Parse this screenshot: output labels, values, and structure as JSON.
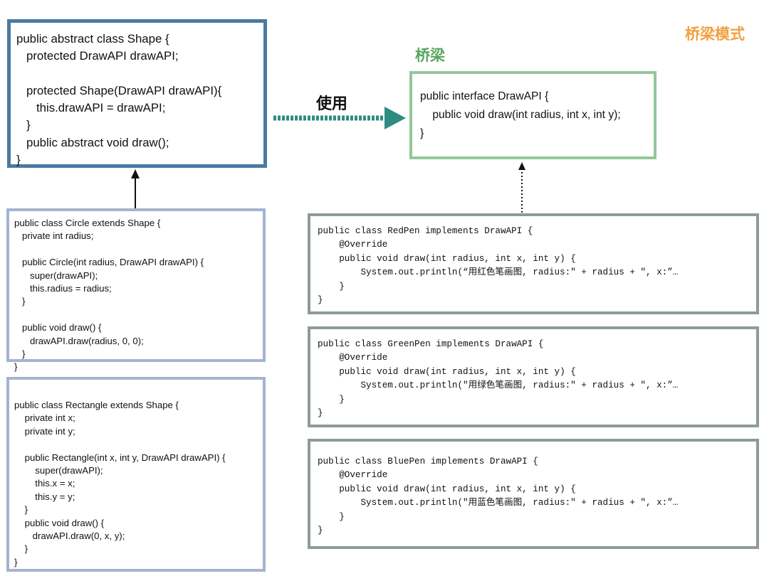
{
  "title": "桥梁模式",
  "bridge_label": "桥梁",
  "uses_label": "使用",
  "colors": {
    "title": "#f0a040",
    "bridge": "#5aa55f",
    "abstraction_border": "#4a7aa0",
    "bridge_border": "#93c79a",
    "refined_border": "#a4b4cf",
    "implementor_border": "#8f9a9a",
    "uses_arrow": "#2e8c80",
    "inherit_arrow": "#111111"
  },
  "shape_code": "public abstract class Shape {\n   protected DrawAPI drawAPI;\n\n   protected Shape(DrawAPI drawAPI){\n      this.drawAPI = drawAPI;\n   }\n   public abstract void draw();\n}",
  "drawapi_code": "public interface DrawAPI {\n    public void draw(int radius, int x, int y);\n}",
  "circle_code": "public class Circle extends Shape {\n   private int radius;\n\n   public Circle(int radius, DrawAPI drawAPI) {\n      super(drawAPI);\n      this.radius = radius;\n   }\n\n   public void draw() {\n      drawAPI.draw(radius, 0, 0);\n   }\n}",
  "rectangle_code": "public class Rectangle extends Shape {\n    private int x;\n    private int y;\n\n    public Rectangle(int x, int y, DrawAPI drawAPI) {\n        super(drawAPI);\n        this.x = x;\n        this.y = y;\n    }\n    public void draw() {\n       drawAPI.draw(0, x, y);\n    }\n}",
  "redpen_code": "public class RedPen implements DrawAPI {\n    @Override\n    public void draw(int radius, int x, int y) {\n        System.out.println(“用红色笔画图, radius:\" + radius + \", x:”…\n    }\n}",
  "greenpen_code": "public class GreenPen implements DrawAPI {\n    @Override\n    public void draw(int radius, int x, int y) {\n        System.out.println(\"用绿色笔画图, radius:\" + radius + \", x:”…\n    }\n}",
  "bluepen_code": "public class BluePen implements DrawAPI {\n    @Override\n    public void draw(int radius, int x, int y) {\n        System.out.println(\"用蓝色笔画图, radius:\" + radius + \", x:”…\n    }\n}"
}
